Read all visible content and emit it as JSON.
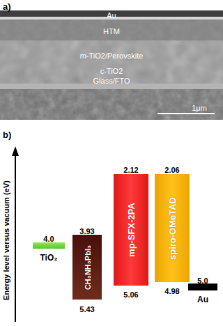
{
  "diagram": {
    "nodes": [
      {
        "text": [
          "TiO₂"
        ]
      },
      {
        "text": [
          "CH₃NH₃PbI₃"
        ]
      },
      {
        "text": [
          "mp-SFX-2PA"
        ]
      },
      {
        "text": [
          "spiro-OMeTAD"
        ]
      },
      {
        "text": [
          "Au"
        ]
      }
    ],
    "labels": [
      "a)",
      "Au",
      "HTM",
      "m-TiO2/Perovskite",
      "c-TiO2",
      "Glass/FTO",
      "1μm",
      "b)",
      "Energy level versus vacuum (eV)",
      "4.0",
      "3.93",
      "5.43",
      "2.12",
      "5.06",
      "2.06",
      "4.98",
      "5.0"
    ]
  }
}
